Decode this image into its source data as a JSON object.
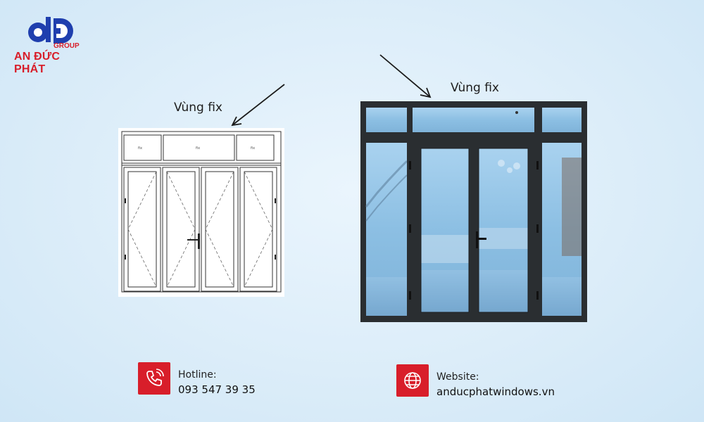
{
  "brand": {
    "group": "GROUP",
    "name": "AN ĐỨC PHÁT",
    "colors": {
      "blue": "#1f3fae",
      "red": "#d81e2a"
    }
  },
  "diagram": {
    "label_left": "Vùng fix",
    "label_right": "Vùng fix",
    "fix_cells": [
      "fix",
      "fix",
      "fix"
    ]
  },
  "contact": {
    "hotline_label": "Hotline:",
    "hotline_number": "093 547 39 35",
    "website_label": "Website:",
    "website_url": "anducphatwindows.vn",
    "icon_bg": "#d81e2a",
    "icons": [
      "phone-icon",
      "globe-icon"
    ]
  }
}
